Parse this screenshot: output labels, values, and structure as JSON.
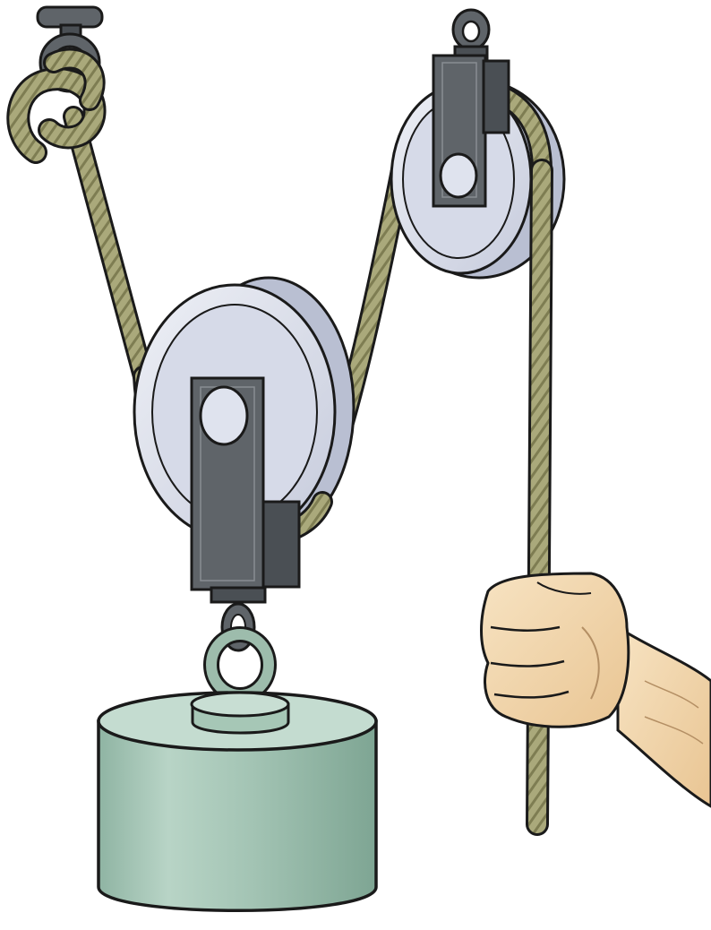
{
  "illustration": {
    "subject": "pulley-system",
    "parts": [
      "ceiling-hook",
      "rope-knot",
      "movable-pulley",
      "fixed-pulley",
      "load-weight",
      "hand",
      "rope"
    ]
  },
  "colors": {
    "rope": "#a9a97a",
    "rope_stripe": "#7e7d52",
    "sheave": "#dfe3ee",
    "sheave_inner": "#c8cee0",
    "bracket": "#5f6469",
    "bracket_dark": "#4a4f54",
    "weight": "#a6c7b6",
    "weight_dark": "#7ea899",
    "skin": "#f4dcb5",
    "outline": "#1a1a1a"
  }
}
